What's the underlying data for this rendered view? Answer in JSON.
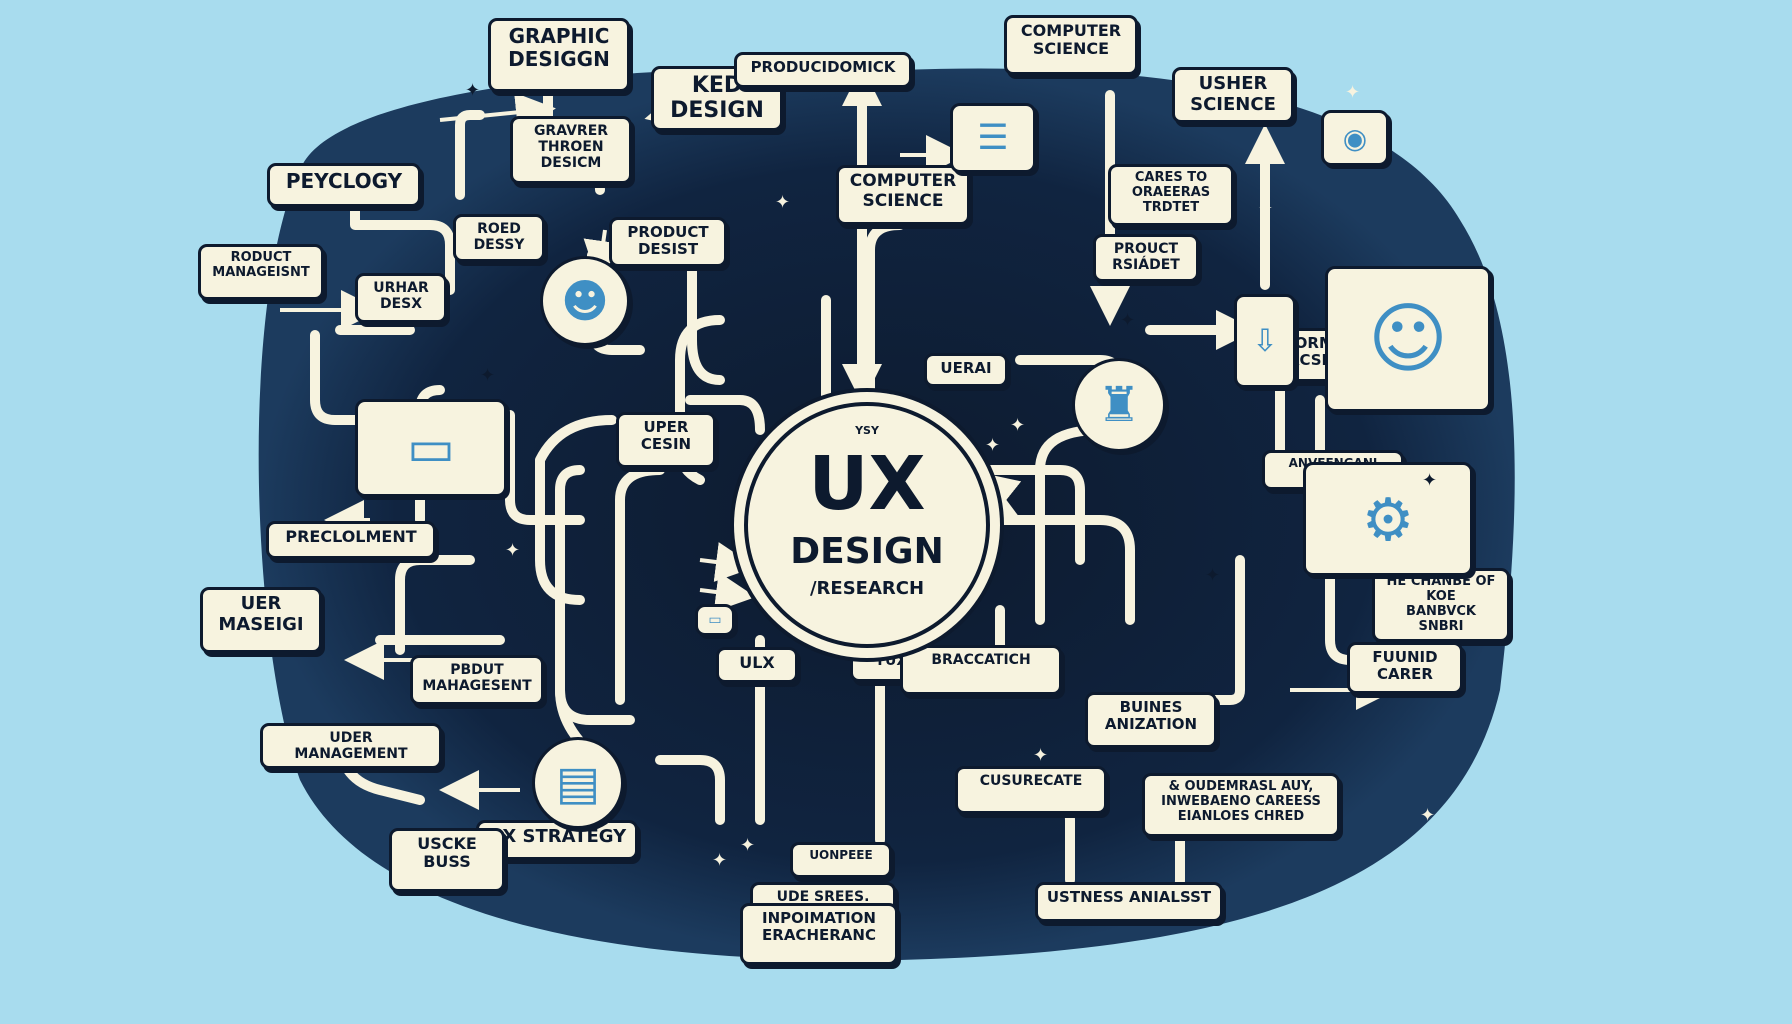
{
  "hub": {
    "line1": "UX",
    "line2": "DESIGN",
    "line3": "/RESEARCH",
    "tag": "YSY"
  },
  "nodes": [
    {
      "id": "graphic-desigon",
      "lines": [
        "GRAPHIC",
        "DESIGGN"
      ]
    },
    {
      "id": "ked-design",
      "lines": [
        "KED",
        "DESIGN"
      ]
    },
    {
      "id": "productiomick",
      "lines": [
        "PRODUCIDOMICK"
      ]
    },
    {
      "id": "computer-science-top",
      "lines": [
        "COMPUTER",
        "SCIENCE"
      ]
    },
    {
      "id": "usher-science",
      "lines": [
        "USHER",
        "SCIENCE"
      ]
    },
    {
      "id": "grayier-thoren",
      "lines": [
        "GRAVRER",
        "THROEN",
        "DESICM"
      ]
    },
    {
      "id": "peycology",
      "lines": [
        "PEYCLOGY"
      ]
    },
    {
      "id": "roed-dessy",
      "lines": [
        "ROED",
        "DESSY"
      ]
    },
    {
      "id": "product-design",
      "lines": [
        "PRODUCT",
        "DESIST"
      ]
    },
    {
      "id": "computer-science-mid",
      "lines": [
        "COMPUTER",
        "SCIENCE"
      ]
    },
    {
      "id": "cares-to",
      "lines": [
        "CARES TO",
        "ORAEERAS",
        "TRDTET"
      ]
    },
    {
      "id": "product-research",
      "lines": [
        "PROUCT",
        "RSIÁDET"
      ]
    },
    {
      "id": "roduct-management",
      "lines": [
        "RODUCT",
        "MANAGEISNT"
      ]
    },
    {
      "id": "urhar-desx",
      "lines": [
        "URHAR",
        "DESX"
      ]
    },
    {
      "id": "uera",
      "lines": [
        "UERAI"
      ]
    },
    {
      "id": "information-acsiemt",
      "lines": [
        "INORMATION",
        "ACSIEAMT"
      ]
    },
    {
      "id": "uper-cesin",
      "lines": [
        "UPER",
        "CESIN"
      ]
    },
    {
      "id": "precloiment",
      "lines": [
        "PRECLOLMENT"
      ]
    },
    {
      "id": "ansengani",
      "lines": [
        "ANVEENGANI"
      ]
    },
    {
      "id": "banbvck",
      "lines": [
        "HE CHANBE OF KOE",
        "BANBVCK",
        "SNBRI"
      ]
    },
    {
      "id": "uer-maseigi",
      "lines": [
        "UER",
        "MASEIGI"
      ]
    },
    {
      "id": "product-management-2",
      "lines": [
        "PBDUT",
        "MAHAGESENT"
      ]
    },
    {
      "id": "ulx",
      "lines": [
        "ULX"
      ]
    },
    {
      "id": "yux",
      "lines": [
        "YUX"
      ]
    },
    {
      "id": "braccatich",
      "lines": [
        "BRACCATICH"
      ]
    },
    {
      "id": "fuunid-carer",
      "lines": [
        "FUUNID",
        "CARER"
      ]
    },
    {
      "id": "buines-anization",
      "lines": [
        "BUINES",
        "ANIZATION"
      ]
    },
    {
      "id": "uder-management",
      "lines": [
        "UDER MANAGEMENT"
      ]
    },
    {
      "id": "cusurecate",
      "lines": [
        "CUSURECATE"
      ]
    },
    {
      "id": "oudemarsl",
      "lines": [
        "& OUDEMRASL AUY,",
        "INWEBAENO CAREESS",
        "EIANLOES CHRED"
      ]
    },
    {
      "id": "ux-strategy",
      "lines": [
        "UX STRATEGY"
      ]
    },
    {
      "id": "uonpeee",
      "lines": [
        "UONPEEE"
      ]
    },
    {
      "id": "usckie-buss",
      "lines": [
        "USCKE",
        "BUSS"
      ]
    },
    {
      "id": "ude-srees",
      "lines": [
        "UDE SREES."
      ]
    },
    {
      "id": "usiness-analyst",
      "lines": [
        "USTNESS ANIALSST"
      ]
    },
    {
      "id": "inpoimation-eracherang",
      "lines": [
        "INPOIMATION",
        "ERACHERANC"
      ]
    }
  ]
}
